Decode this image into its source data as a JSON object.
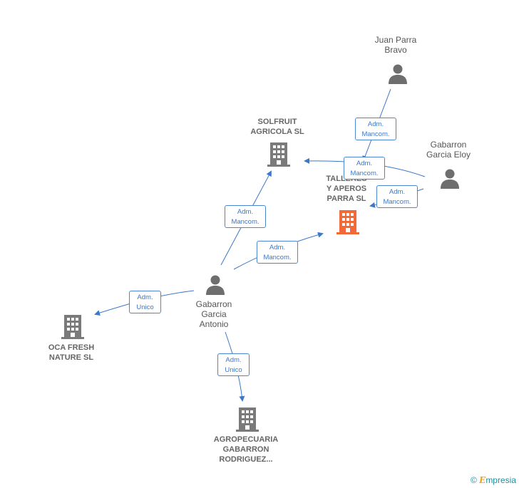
{
  "nodes": {
    "juan_parra": {
      "label": "Juan Parra\nBravo"
    },
    "solfruit": {
      "label": "SOLFRUIT\nAGRICOLA  SL"
    },
    "talleres": {
      "label": "TALLERES\nY APEROS\nPARRA  SL"
    },
    "gabarron_eloy": {
      "label": "Gabarron\nGarcia Eloy"
    },
    "gabarron_antonio": {
      "label": "Gabarron\nGarcia\nAntonio"
    },
    "oca_fresh": {
      "label": "OCA FRESH\nNATURE  SL"
    },
    "agropecuaria": {
      "label": "AGROPECUARIA\nGABARRON\nRODRIGUEZ..."
    }
  },
  "edges": [
    {
      "label": "Adm.\nMancom."
    },
    {
      "label": "Adm.\nMancom."
    },
    {
      "label": "Adm.\nMancom."
    },
    {
      "label": "Adm.\nMancom."
    },
    {
      "label": "Adm.\nMancom."
    },
    {
      "label": "Adm.\nUnico"
    },
    {
      "label": "Adm.\nUnico"
    }
  ],
  "watermark": {
    "copyright": "©",
    "brand_initial": "E",
    "brand_rest": "mpresia"
  },
  "colors": {
    "edge": "#3b78c9",
    "building": "#7a7a7a",
    "highlight": "#f26a3a",
    "person": "#6e6e6e"
  }
}
